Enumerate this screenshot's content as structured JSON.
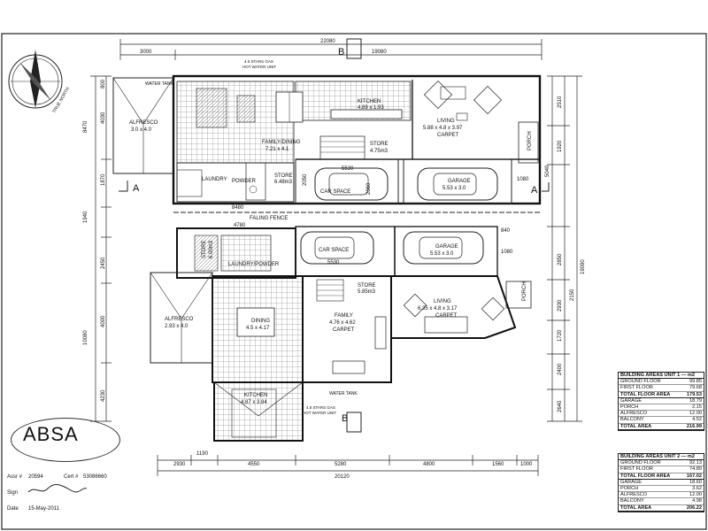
{
  "drawing": {
    "dims_top": {
      "overall": "22080",
      "left": "3000",
      "right": "19080"
    },
    "dims_bottom": {
      "overall": "20120",
      "d1": "2930",
      "d2": "1190",
      "d3": "4550",
      "d4": "5280",
      "d5": "4800",
      "d6": "1560",
      "d7": "1000"
    },
    "dims_left": [
      "8470",
      "4030",
      "800",
      "1870",
      "1940",
      "2450",
      "4000",
      "10080",
      "4230"
    ],
    "dims_right": [
      "2510",
      "1920",
      "5040",
      "1080",
      "2850",
      "2150",
      "1080",
      "19090",
      "2930",
      "1720",
      "2400",
      "2640",
      "840"
    ],
    "section_a": "A",
    "section_b": "B",
    "north_label": "TRUE NORTH",
    "fencing": "FALING FENCE",
    "unit1_rooms": {
      "alfresco": "ALFRESCO",
      "alfresco_size": "3.0 x 4.0",
      "family_dining": "FAMILY/DINING",
      "family_dining_size": "7.21 x 4.1",
      "kitchen": "KITCHEN",
      "kitchen_size": "4.89 x 1.93",
      "living": "LIVING",
      "living_size": "5.88 x 4.8 x 3.97",
      "living_floor": "CARPET",
      "store": "STORE",
      "store_size": "4.75m3",
      "laundry": "LAUNDRY",
      "powder": "POWDER",
      "store2": "STORE",
      "store2_size": "6.48m3",
      "car_space": "CAR SPACE",
      "garage": "GARAGE",
      "garage_size": "5.53 x 3.0",
      "porch": "PORCH",
      "water_tank": "WATER TANK",
      "hw": "4.5 STARS GAS",
      "hw2": "HOT WATER UNIT",
      "dim_5530": "5530",
      "dim_2860": "2860",
      "dim_2050": "2050",
      "dim_8480": "8480"
    },
    "unit2_rooms": {
      "laundry": "LAUNDRY/POWDER",
      "store": "STORE",
      "store_size": "6.00m3",
      "car_space": "CAR SPACE",
      "garage": "GARAGE",
      "garage_size": "5.53 x 3.0",
      "store2": "STORE",
      "store2_size": "5.85m3",
      "alfresco": "ALFRESCO",
      "alfresco_size": "2.93 x 4.0",
      "dining": "DINING",
      "dining_size": "4.5 x 4.17",
      "family": "FAMILY",
      "family_size": "4.76 x 4.62",
      "family_floor": "CARPET",
      "living": "LIVING",
      "living_size": "6.35 x 4.8 x 3.17",
      "living_floor": "CARPET",
      "kitchen": "KITCHEN",
      "kitchen_size": "4.87 x 3.84",
      "porch": "PORCH",
      "water_tank": "WATER TANK",
      "hw": "4.5 STARS GAS",
      "hw2": "HOT WATER UNIT",
      "dim_4780": "4780",
      "dim_5530": "5530"
    }
  },
  "areas_unit1": {
    "title": "BUILDING AREAS UNIT 1 — m2",
    "rows": [
      {
        "label": "GROUND FLOOR",
        "value": "99.85"
      },
      {
        "label": "FIRST FLOOR",
        "value": "79.68"
      },
      {
        "label": "TOTAL FLOOR AREA",
        "value": "179.53"
      },
      {
        "label": "GARAGE",
        "value": "18.79"
      },
      {
        "label": "PORCH",
        "value": "2.15"
      },
      {
        "label": "ALFRESCO",
        "value": "12.00"
      },
      {
        "label": "BALCONY",
        "value": "4.52"
      },
      {
        "label": "TOTAL AREA",
        "value": "216.99"
      }
    ]
  },
  "areas_unit2": {
    "title": "BUILDING AREAS UNIT 2 — m2",
    "rows": [
      {
        "label": "GROUND FLOOR",
        "value": "92.13"
      },
      {
        "label": "FIRST FLOOR",
        "value": "74.89"
      },
      {
        "label": "TOTAL FLOOR AREA",
        "value": "167.02"
      },
      {
        "label": "GARAGE",
        "value": "18.60"
      },
      {
        "label": "PORCH",
        "value": "3.62"
      },
      {
        "label": "ALFRESCO",
        "value": "12.00"
      },
      {
        "label": "BALCONY",
        "value": "4.98"
      },
      {
        "label": "TOTAL AREA",
        "value": "206.22"
      }
    ]
  },
  "stamp": {
    "logo": "ABSA",
    "assr_label": "Assr #",
    "assr": "20594",
    "cert_label": "Cert #",
    "cert": "53086660",
    "sign_label": "Sign",
    "date_label": "Date",
    "date": "15-May-2011"
  }
}
